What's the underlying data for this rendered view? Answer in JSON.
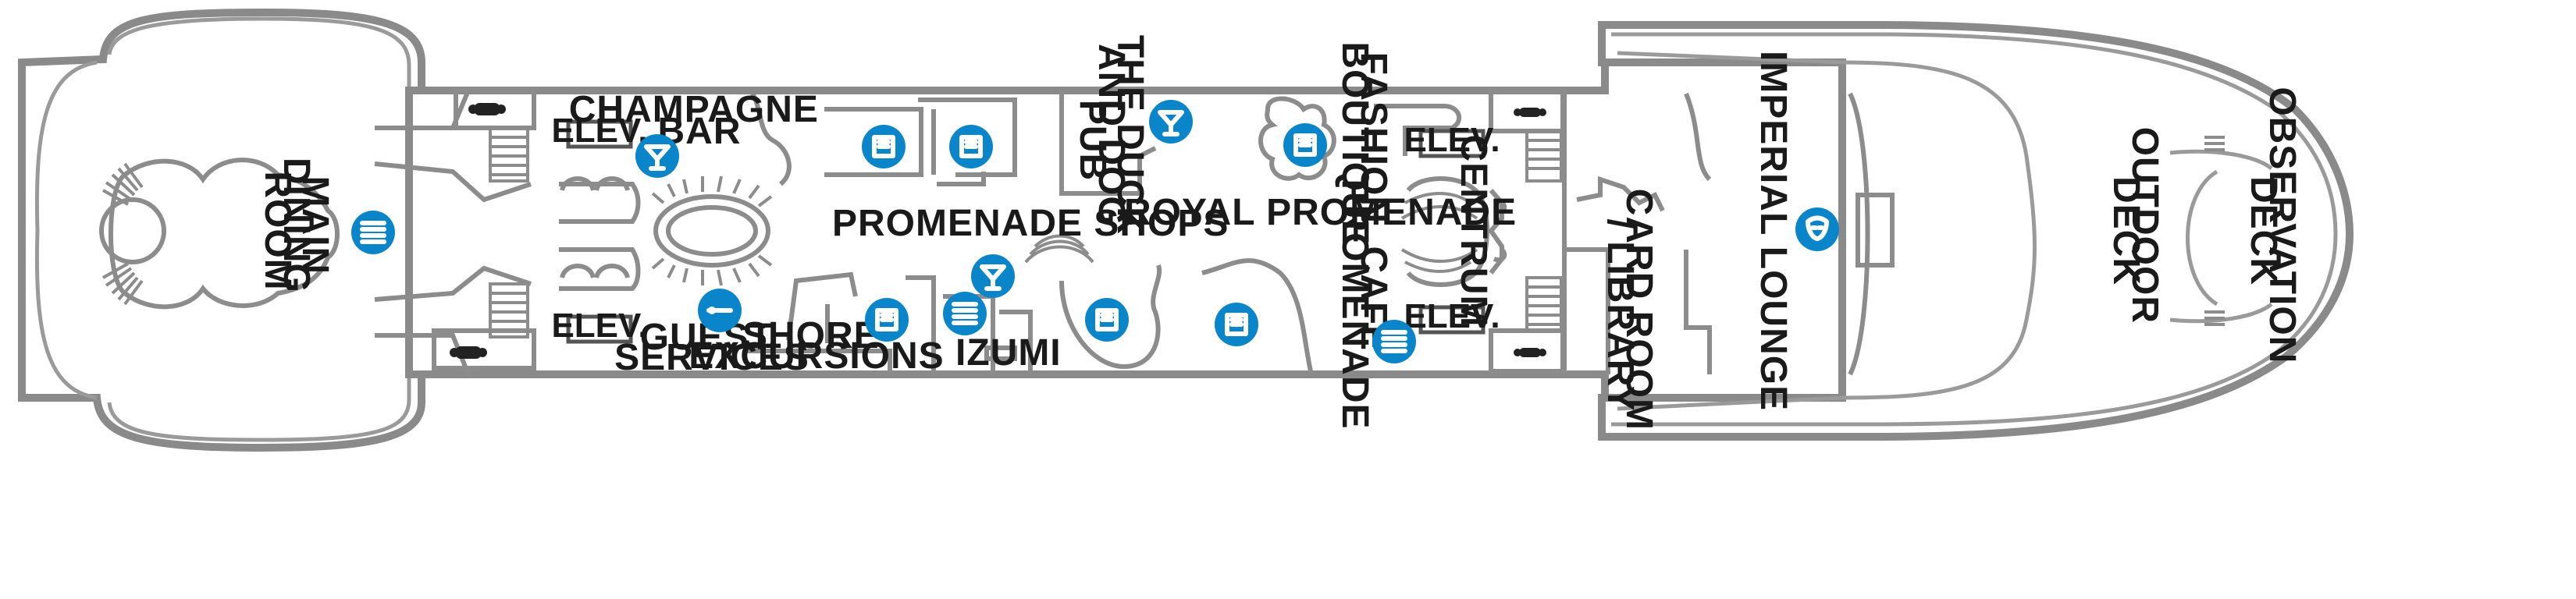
{
  "deck": {
    "labels": {
      "main_dining_room": [
        "MAIN",
        "DINING",
        "ROOM"
      ],
      "champagne_bar": [
        "CHAMPAGNE",
        "BAR"
      ],
      "guest_services": [
        "GUEST",
        "SERVICES"
      ],
      "shore_excursions": [
        "SHORE",
        "EXCURSIONS"
      ],
      "promenade_shops": "PROMENADE SHOPS",
      "izumi": "IZUMI",
      "duck_and_dog_pub": [
        "THE DUCK",
        "AND DOG",
        "PUB"
      ],
      "royal_promenade": "ROYAL PROMENADE",
      "fashion_boutique": [
        "FASHION",
        "BOUTIQUE"
      ],
      "cafe_promenade": [
        "CAFÉ",
        "PROMENADE"
      ],
      "centrum": "CENTRUM",
      "card_room_library": [
        "CARD ROOM",
        "/ LIBRARY"
      ],
      "imperial_lounge": "IMPERIAL LOUNGE",
      "outdoor_deck": [
        "OUTDOOR",
        "DECK"
      ],
      "observation_deck": [
        "OBSERVATION",
        "DECK"
      ]
    },
    "elevator_label": "ELEV.",
    "icons": [
      {
        "name": "dining-icon",
        "type": "dining"
      },
      {
        "name": "bar-icon",
        "type": "bar"
      },
      {
        "name": "guest-services-icon",
        "type": "info"
      },
      {
        "name": "shop-icon",
        "type": "shop"
      },
      {
        "name": "shop-icon",
        "type": "shop"
      },
      {
        "name": "shop-icon",
        "type": "shop"
      },
      {
        "name": "bar-icon",
        "type": "bar"
      },
      {
        "name": "dining-icon",
        "type": "dining"
      },
      {
        "name": "bar-icon",
        "type": "bar"
      },
      {
        "name": "shop-icon",
        "type": "shop"
      },
      {
        "name": "shop-icon",
        "type": "shop"
      },
      {
        "name": "shop-icon",
        "type": "shop"
      },
      {
        "name": "dining-icon",
        "type": "dining"
      },
      {
        "name": "theater-icon",
        "type": "theater"
      }
    ],
    "colors": {
      "accent": "#0a85c9",
      "outline": "#8a8a8a",
      "text": "#1a1a1a"
    }
  }
}
